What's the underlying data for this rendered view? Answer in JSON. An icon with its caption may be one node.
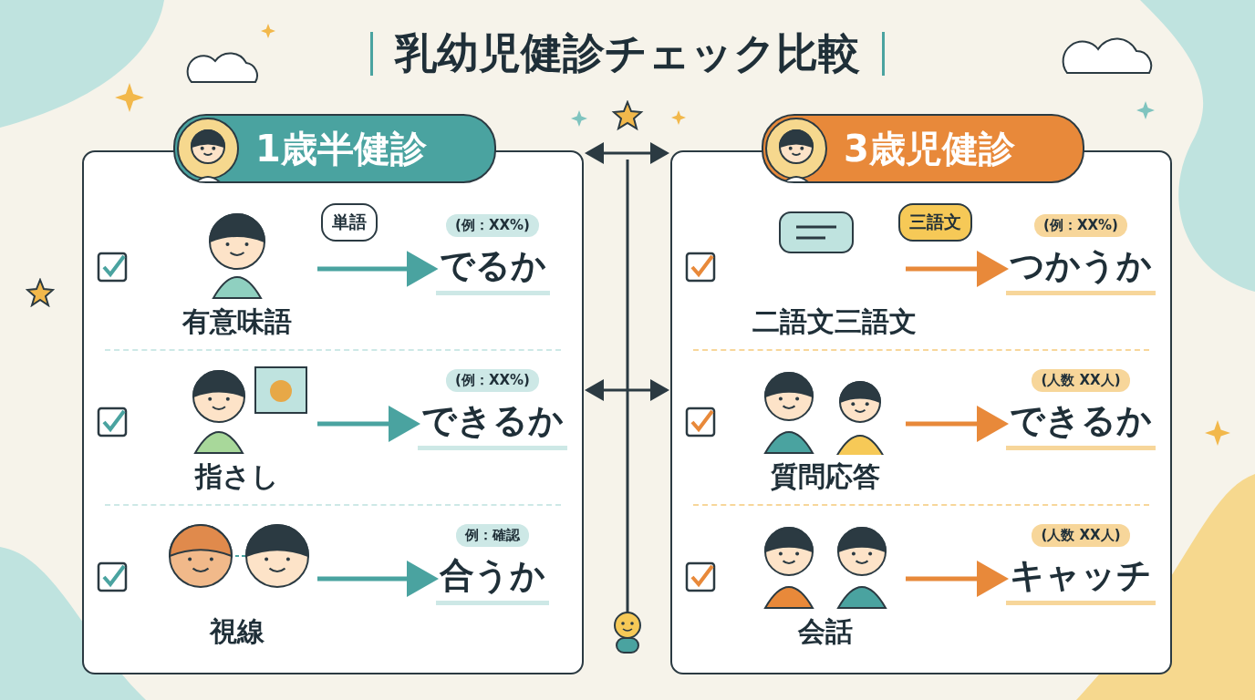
{
  "diagram": {
    "title": "乳幼児健診チェック比較",
    "nodes": [
      {
        "text": [
          "1歳半健診"
        ]
      },
      {
        "text": [
          "単語"
        ],
        "in": 0
      },
      {
        "text": [
          "有意味語"
        ],
        "in": 0
      },
      {
        "text": [
          "でるか"
        ],
        "beside": [
          "(例：XX%)"
        ],
        "in": 0
      },
      {
        "text": [
          "指さし"
        ],
        "in": 0
      },
      {
        "text": [
          "できるか"
        ],
        "beside": [
          "(例：XX%)"
        ],
        "in": 0
      },
      {
        "text": [
          "視線"
        ],
        "in": 0
      },
      {
        "text": [
          "合うか"
        ],
        "beside": [
          "例：確認"
        ],
        "in": 0
      },
      {
        "text": [
          "3歳児健診"
        ]
      },
      {
        "text": [
          "三語文"
        ],
        "in": 8
      },
      {
        "text": [
          "二語文三語文"
        ],
        "in": 8
      },
      {
        "text": [
          "つかうか"
        ],
        "beside": [
          "(例：XX%)"
        ],
        "in": 8
      },
      {
        "text": [
          "質問応答"
        ],
        "in": 8
      },
      {
        "text": [
          "できるか"
        ],
        "beside": [
          "(人数 XX人)"
        ],
        "in": 8
      },
      {
        "text": [
          "会話"
        ],
        "in": 8
      },
      {
        "text": [
          "キャッチ"
        ],
        "beside": [
          "(人数 XX人)"
        ],
        "in": 8
      }
    ],
    "edges": [
      {
        "from": 2,
        "to": 3,
        "arrow": "to",
        "color": "#4aa3a0"
      },
      {
        "from": 4,
        "to": 5,
        "arrow": "to",
        "color": "#4aa3a0"
      },
      {
        "from": 6,
        "to": 7,
        "arrow": "to",
        "color": "#4aa3a0"
      },
      {
        "from": 10,
        "to": 11,
        "arrow": "to",
        "color": "#e8893a"
      },
      {
        "from": 12,
        "to": 13,
        "arrow": "to",
        "color": "#e8893a"
      },
      {
        "from": 14,
        "to": 15,
        "arrow": "to",
        "color": "#e8893a"
      },
      {
        "from": 0,
        "to": 8,
        "arrow": "both",
        "color": "#2b3a42"
      },
      {
        "from": 0,
        "to": 8,
        "arrow": "both",
        "color": "#2b3a42"
      }
    ]
  }
}
